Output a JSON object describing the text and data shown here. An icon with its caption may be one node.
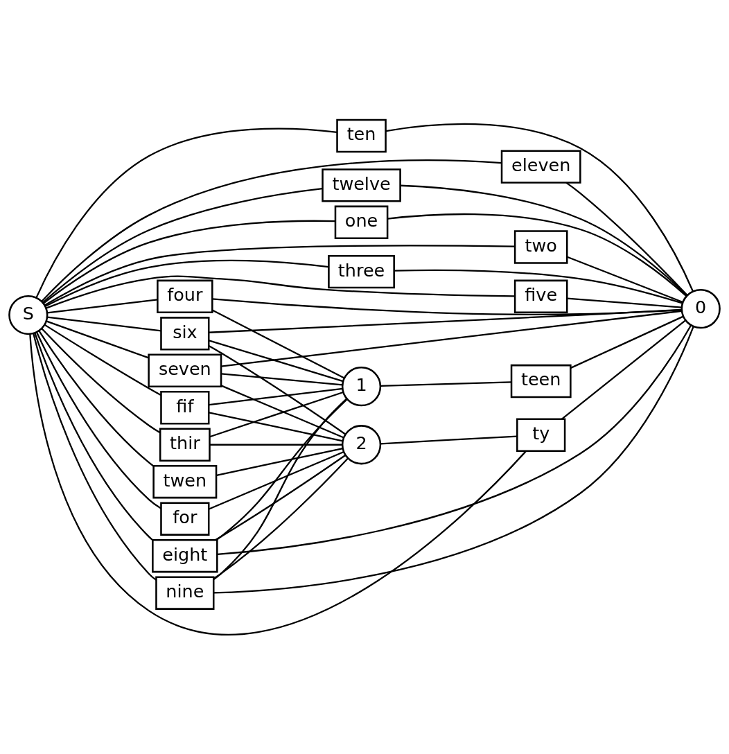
{
  "diagram": {
    "nodes": [
      {
        "text": [
          "S"
        ]
      },
      {
        "text": [
          "one"
        ]
      },
      {
        "text": [
          "two"
        ]
      },
      {
        "text": [
          "three"
        ]
      },
      {
        "text": [
          "four"
        ]
      },
      {
        "text": [
          "five"
        ]
      },
      {
        "text": [
          "six"
        ]
      },
      {
        "text": [
          "seven"
        ]
      },
      {
        "text": [
          "eight"
        ]
      },
      {
        "text": [
          "nine"
        ]
      },
      {
        "text": [
          "ten"
        ]
      },
      {
        "text": [
          "eleven"
        ]
      },
      {
        "text": [
          "twelve"
        ]
      },
      {
        "text": [
          "thir"
        ]
      },
      {
        "text": [
          "fif"
        ]
      },
      {
        "text": [
          "twen"
        ]
      },
      {
        "text": [
          "for"
        ]
      },
      {
        "text": [
          "1"
        ]
      },
      {
        "text": [
          "2"
        ]
      },
      {
        "text": [
          "teen"
        ]
      },
      {
        "text": [
          "ty"
        ]
      },
      {
        "text": [
          "0"
        ]
      }
    ],
    "edges": [
      {
        "from": 0,
        "to": 1,
        "arrow": "none"
      },
      {
        "from": 0,
        "to": 2,
        "arrow": "none"
      },
      {
        "from": 0,
        "to": 3,
        "arrow": "none"
      },
      {
        "from": 0,
        "to": 4,
        "arrow": "none"
      },
      {
        "from": 0,
        "to": 5,
        "arrow": "none"
      },
      {
        "from": 0,
        "to": 6,
        "arrow": "none"
      },
      {
        "from": 0,
        "to": 7,
        "arrow": "none"
      },
      {
        "from": 0,
        "to": 8,
        "arrow": "none"
      },
      {
        "from": 0,
        "to": 9,
        "arrow": "none"
      },
      {
        "from": 0,
        "to": 10,
        "arrow": "none"
      },
      {
        "from": 0,
        "to": 11,
        "arrow": "none"
      },
      {
        "from": 0,
        "to": 12,
        "arrow": "none"
      },
      {
        "from": 0,
        "to": 13,
        "arrow": "none"
      },
      {
        "from": 0,
        "to": 14,
        "arrow": "none"
      },
      {
        "from": 0,
        "to": 15,
        "arrow": "none"
      },
      {
        "from": 0,
        "to": 16,
        "arrow": "none"
      },
      {
        "from": 1,
        "to": 21,
        "arrow": "none"
      },
      {
        "from": 2,
        "to": 21,
        "arrow": "none"
      },
      {
        "from": 3,
        "to": 21,
        "arrow": "none"
      },
      {
        "from": 4,
        "to": 21,
        "arrow": "none"
      },
      {
        "from": 4,
        "to": 17,
        "arrow": "none"
      },
      {
        "from": 5,
        "to": 21,
        "arrow": "none"
      },
      {
        "from": 6,
        "to": 21,
        "arrow": "none"
      },
      {
        "from": 6,
        "to": 17,
        "arrow": "none"
      },
      {
        "from": 6,
        "to": 18,
        "arrow": "none"
      },
      {
        "from": 7,
        "to": 21,
        "arrow": "none"
      },
      {
        "from": 7,
        "to": 17,
        "arrow": "none"
      },
      {
        "from": 7,
        "to": 18,
        "arrow": "none"
      },
      {
        "from": 8,
        "to": 21,
        "arrow": "none"
      },
      {
        "from": 8,
        "to": 17,
        "arrow": "none"
      },
      {
        "from": 8,
        "to": 18,
        "arrow": "none"
      },
      {
        "from": 9,
        "to": 17,
        "arrow": "none"
      },
      {
        "from": 9,
        "to": 18,
        "arrow": "none"
      },
      {
        "from": 9,
        "to": 21,
        "arrow": "none"
      },
      {
        "from": 10,
        "to": 21,
        "arrow": "none"
      },
      {
        "from": 11,
        "to": 21,
        "arrow": "none"
      },
      {
        "from": 12,
        "to": 21,
        "arrow": "none"
      },
      {
        "from": 13,
        "to": 17,
        "arrow": "none"
      },
      {
        "from": 13,
        "to": 18,
        "arrow": "none"
      },
      {
        "from": 14,
        "to": 17,
        "arrow": "none"
      },
      {
        "from": 14,
        "to": 18,
        "arrow": "none"
      },
      {
        "from": 15,
        "to": 18,
        "arrow": "none"
      },
      {
        "from": 16,
        "to": 18,
        "arrow": "none"
      },
      {
        "from": 17,
        "to": 19,
        "arrow": "none"
      },
      {
        "from": 18,
        "to": 20,
        "arrow": "none"
      },
      {
        "from": 19,
        "to": 21,
        "arrow": "none"
      },
      {
        "from": 20,
        "to": 21,
        "arrow": "none"
      },
      {
        "from": 20,
        "to": 0,
        "arrow": "none"
      }
    ]
  }
}
